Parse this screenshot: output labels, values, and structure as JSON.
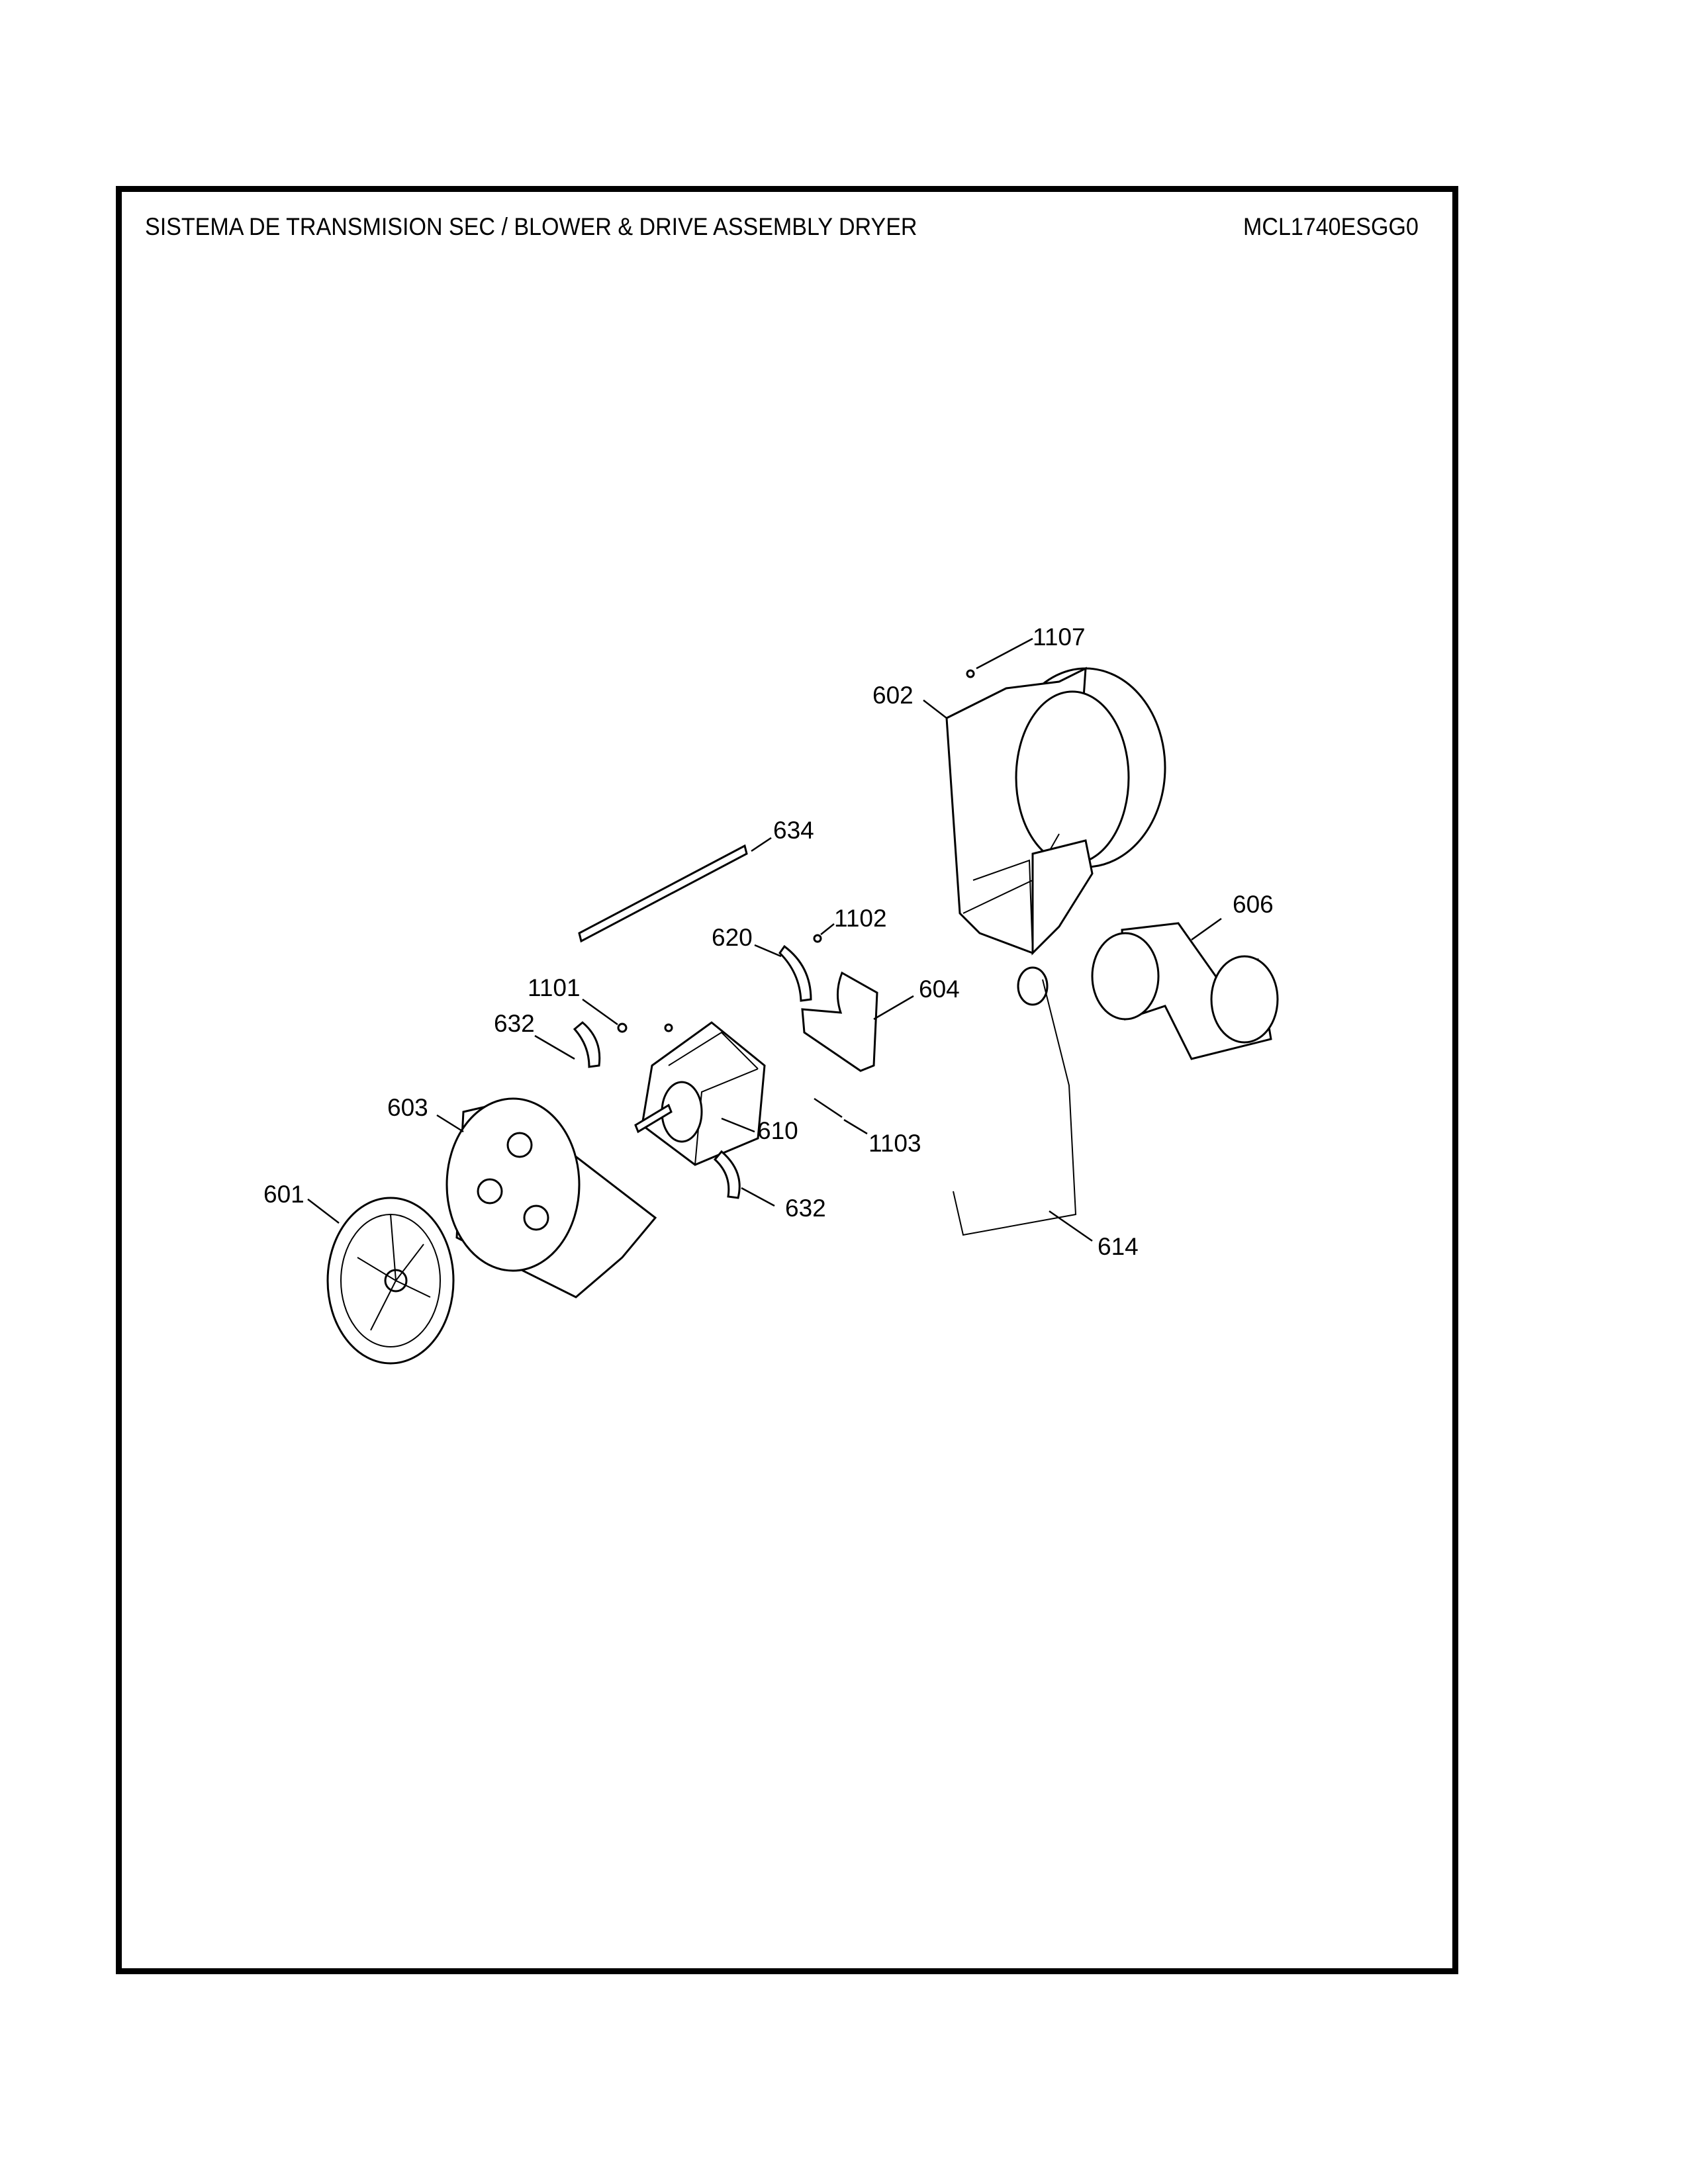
{
  "header": {
    "title": "SISTEMA DE TRANSMISION SEC / BLOWER & DRIVE ASSEMBLY DRYER",
    "model": "MCL1740ESGG0"
  },
  "callouts": {
    "c1107": "1107",
    "c602": "602",
    "c634": "634",
    "c1102": "1102",
    "c620": "620",
    "c606": "606",
    "c1101": "1101",
    "c604": "604",
    "c632a": "632",
    "c603": "603",
    "c610": "610",
    "c1103": "1103",
    "c632b": "632",
    "c601": "601",
    "c614": "614"
  }
}
